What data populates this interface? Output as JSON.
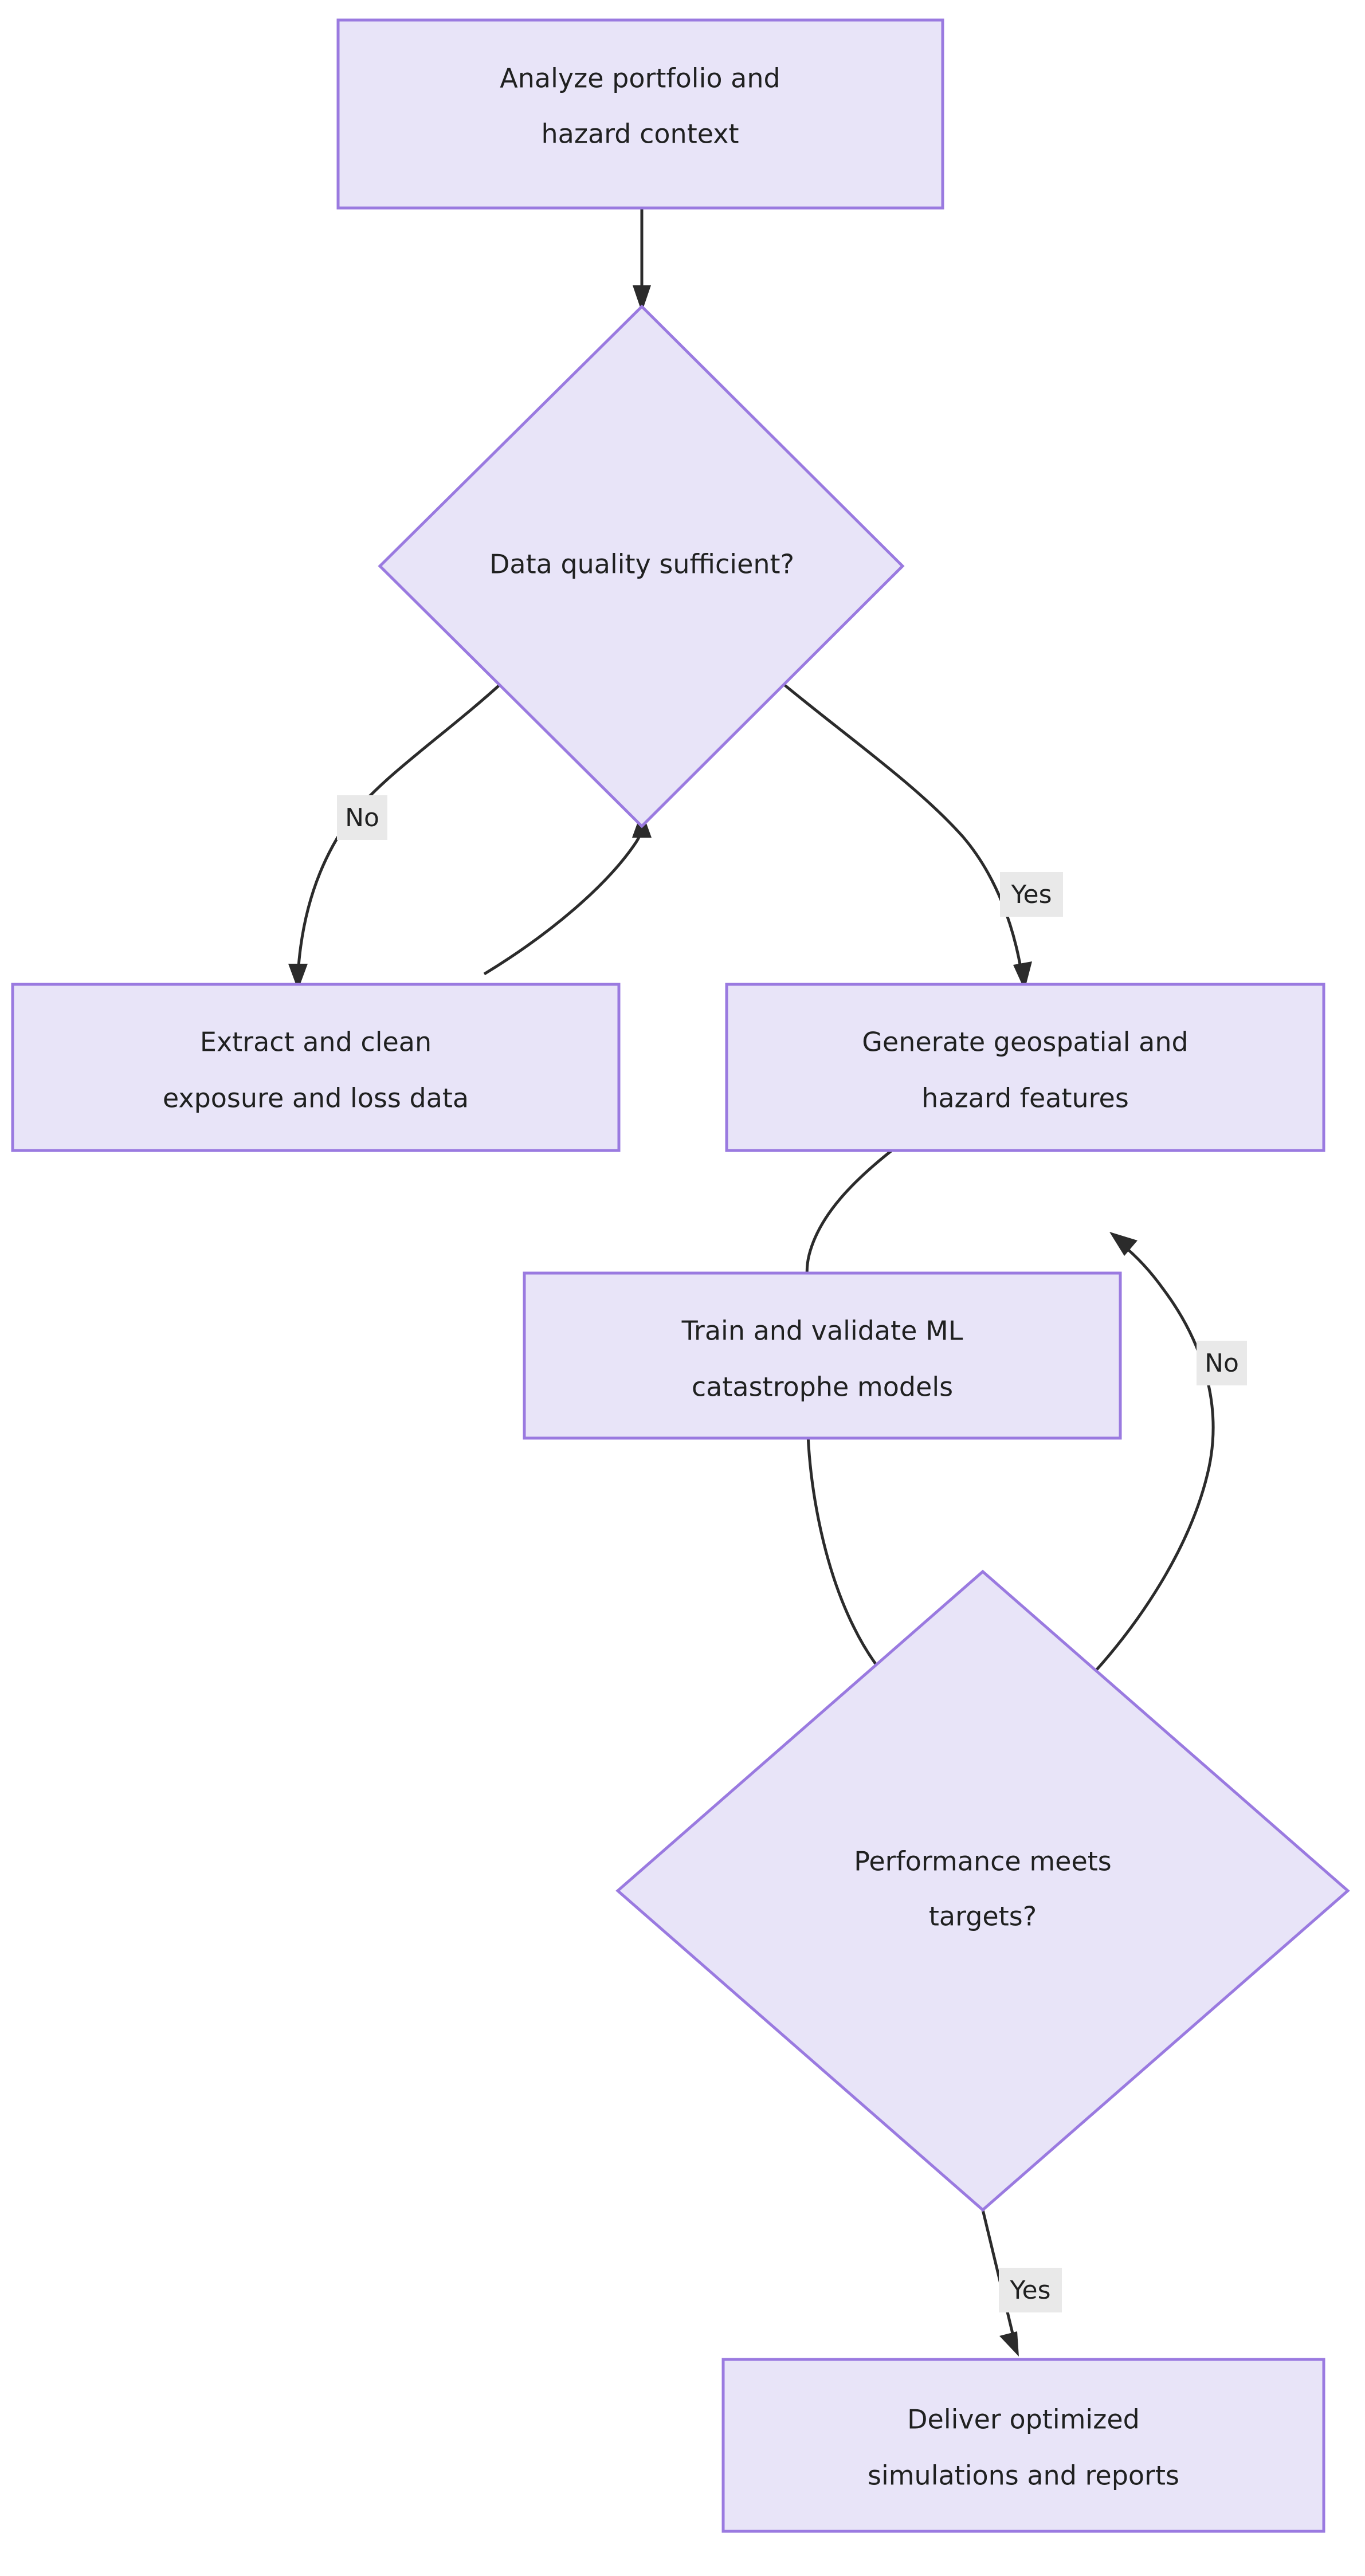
{
  "diagram": {
    "type": "flowchart",
    "orientation": "top-to-bottom",
    "theme": {
      "node_fill": "#e8e4f8",
      "node_stroke": "#9a7ae0",
      "edge_stroke": "#2b2b2b",
      "text_color": "#1f2020",
      "label_background": "#e9e9e9",
      "canvas_background": "#ffffff"
    },
    "nodes": [
      {
        "id": "analyze",
        "shape": "rectangle",
        "line1": "Analyze portfolio and",
        "line2": "hazard context"
      },
      {
        "id": "data_quality",
        "shape": "diamond",
        "line1": "Data quality sufficient?",
        "line2": ""
      },
      {
        "id": "extract",
        "shape": "rectangle",
        "line1": "Extract and clean",
        "line2": "exposure and loss data"
      },
      {
        "id": "generate",
        "shape": "rectangle",
        "line1": "Generate geospatial and",
        "line2": "hazard features"
      },
      {
        "id": "train",
        "shape": "rectangle",
        "line1": "Train and validate ML",
        "line2": "catastrophe models"
      },
      {
        "id": "performance",
        "shape": "diamond",
        "line1": "Performance meets",
        "line2": "targets?"
      },
      {
        "id": "deliver",
        "shape": "rectangle",
        "line1": "Deliver optimized",
        "line2": "simulations and reports"
      }
    ],
    "edges": [
      {
        "id": "e1",
        "from": "analyze",
        "to": "data_quality",
        "label": ""
      },
      {
        "id": "e2",
        "from": "data_quality",
        "to": "extract",
        "label": "No"
      },
      {
        "id": "e3",
        "from": "data_quality",
        "to": "generate",
        "label": "Yes"
      },
      {
        "id": "e4",
        "from": "extract",
        "to": "data_quality",
        "label": ""
      },
      {
        "id": "e5",
        "from": "generate",
        "to": "train",
        "label": ""
      },
      {
        "id": "e6",
        "from": "train",
        "to": "performance",
        "label": ""
      },
      {
        "id": "e7",
        "from": "performance",
        "to": "generate",
        "label": "No"
      },
      {
        "id": "e8",
        "from": "performance",
        "to": "deliver",
        "label": "Yes"
      }
    ]
  }
}
